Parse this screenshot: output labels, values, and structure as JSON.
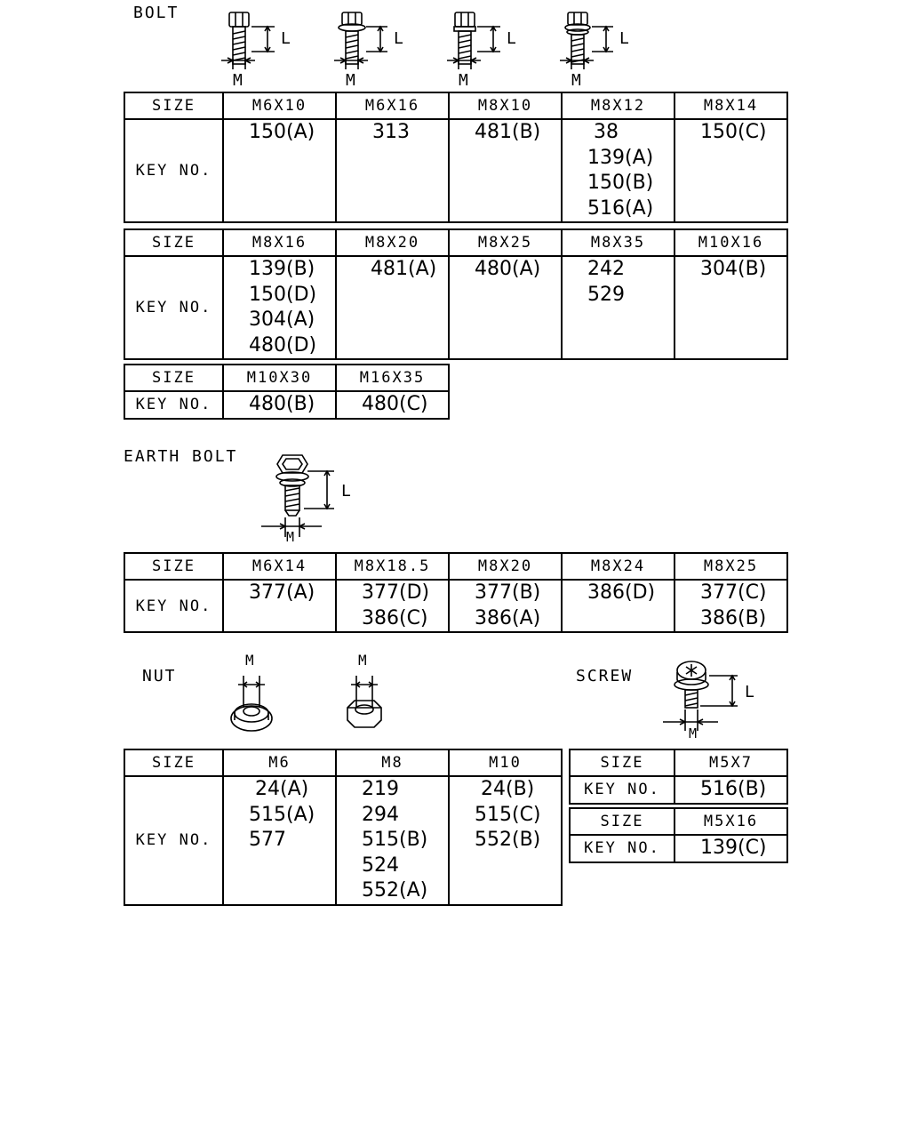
{
  "bolt": {
    "title": "BOLT",
    "dim_labels": {
      "length": "L",
      "diameter": "M"
    },
    "tables": [
      {
        "size_label": "SIZE",
        "key_label": "KEY NO.",
        "sizes": [
          "M6X10",
          "M6X16",
          "M8X10",
          "M8X12",
          "M8X14"
        ],
        "keys": [
          [
            "150(A)"
          ],
          [
            "313"
          ],
          [
            "481(B)"
          ],
          [
            " 38",
            "139(A)",
            "150(B)",
            "516(A)"
          ],
          [
            "150(C)"
          ]
        ]
      },
      {
        "size_label": "SIZE",
        "key_label": "KEY NO.",
        "sizes": [
          "M8X16",
          "M8X20",
          "M8X25",
          "M8X35",
          "M10X16"
        ],
        "keys": [
          [
            "139(B)",
            "150(D)",
            "304(A)",
            "480(D)"
          ],
          [
            "481(A)"
          ],
          [
            "480(A)"
          ],
          [
            "242",
            "529"
          ],
          [
            "304(B)"
          ]
        ]
      },
      {
        "size_label": "SIZE",
        "key_label": "KEY NO.",
        "sizes": [
          "M10X30",
          "M16X35"
        ],
        "keys": [
          [
            "480(B)"
          ],
          [
            "480(C)"
          ]
        ]
      }
    ]
  },
  "earth_bolt": {
    "title": "EARTH BOLT",
    "dim_labels": {
      "length": "L",
      "diameter": "M"
    },
    "table": {
      "size_label": "SIZE",
      "key_label": "KEY NO.",
      "sizes": [
        "M6X14",
        "M8X18.5",
        "M8X20",
        "M8X24",
        "M8X25"
      ],
      "keys": [
        [
          "377(A)"
        ],
        [
          "377(D)",
          "386(C)"
        ],
        [
          "377(B)",
          "386(A)"
        ],
        [
          "386(D)"
        ],
        [
          "377(C)",
          "386(B)"
        ]
      ]
    }
  },
  "nut": {
    "title": "NUT",
    "dim_labels": {
      "diameter": "M"
    },
    "table": {
      "size_label": "SIZE",
      "key_label": "KEY NO.",
      "sizes": [
        "M6",
        "M8",
        "M10"
      ],
      "keys": [
        [
          " 24(A)",
          "515(A)",
          "577"
        ],
        [
          "219",
          "294",
          "515(B)",
          "524",
          "552(A)"
        ],
        [
          " 24(B)",
          "515(C)",
          "552(B)"
        ]
      ]
    }
  },
  "screw": {
    "title": "SCREW",
    "dim_labels": {
      "length": "L",
      "diameter": "M"
    },
    "tables": [
      {
        "size_label": "SIZE",
        "key_label": "KEY NO.",
        "sizes": [
          "M5X7"
        ],
        "keys": [
          [
            "516(B)"
          ]
        ]
      },
      {
        "size_label": "SIZE",
        "key_label": "KEY NO.",
        "sizes": [
          "M5X16"
        ],
        "keys": [
          [
            "139(C)"
          ]
        ]
      }
    ]
  }
}
